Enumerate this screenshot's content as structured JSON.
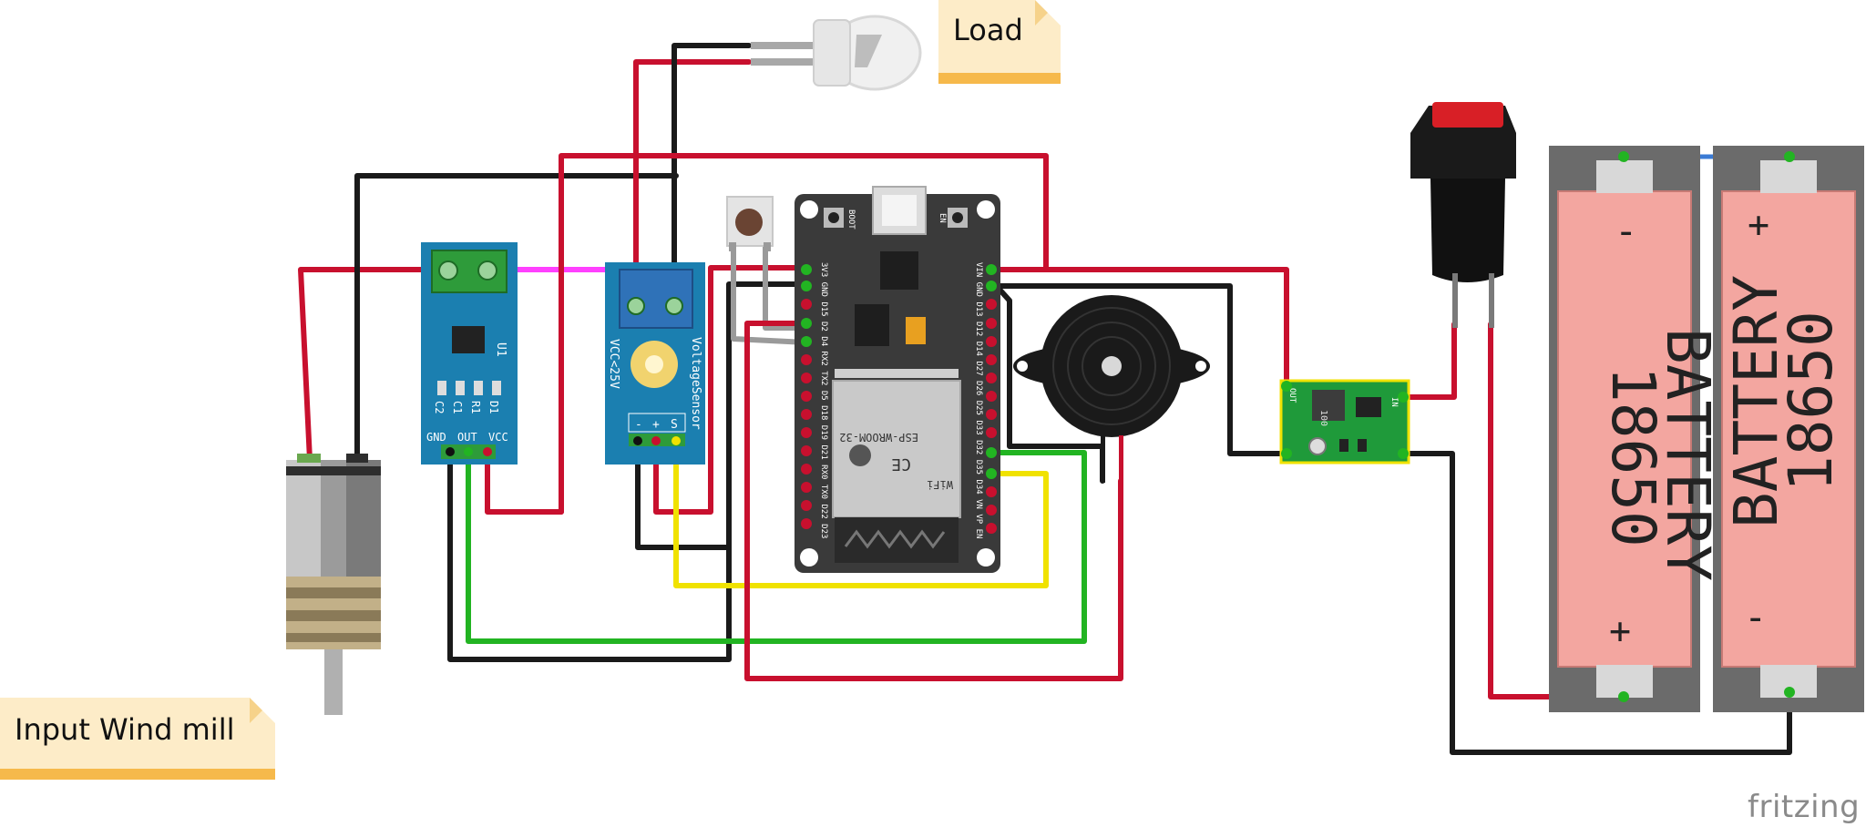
{
  "notes": {
    "load": "Load",
    "wind": "Input Wind mill"
  },
  "brand": "fritzing",
  "current_sensor": {
    "pins": [
      "GND",
      "OUT",
      "VCC"
    ],
    "chip": "U1",
    "parts": [
      "C2",
      "C1",
      "R1",
      "D1"
    ]
  },
  "voltage_sensor": {
    "name": "VoltageSensor",
    "rating": "VCC<25V",
    "pins": [
      "-",
      "+",
      "S"
    ]
  },
  "esp32": {
    "boot": "BOOT",
    "en": "EN",
    "module": "ESP-WROOM-32",
    "wifi": "WiFi",
    "ce": "CE",
    "left_pins": "3V3 GND D15 D2 D4 RX2 TX2 D5 D18 D19 D21 RX0 TX0 D22 D23",
    "right_pins": "VIN GND D13 D12 D14 D27 D26 D25 D33 D32 D35 D34 VN VP EN"
  },
  "regulator": {
    "in": "IN",
    "out": "OUT",
    "inductor": "100"
  },
  "batteries": [
    {
      "label1": "18650",
      "label2": "BATTERY",
      "top": "-",
      "bottom": "+"
    },
    {
      "label1": "18650",
      "label2": "BATTERY",
      "top": "+",
      "bottom": "-"
    }
  ],
  "colors": {
    "wire_red": "#c8102e",
    "wire_black": "#1a1a1a",
    "wire_green": "#22b422",
    "wire_yellow": "#f0e200",
    "wire_magenta": "#ff40ff",
    "wire_blue": "#3a7bd5",
    "wire_gray": "#9a9a9a",
    "board_blue": "#1b7fb0",
    "esp_body": "#3a3a3a",
    "battery_pink": "#f3a6a0",
    "note_bg": "#fdecc8",
    "note_bar": "#f6b94b"
  }
}
